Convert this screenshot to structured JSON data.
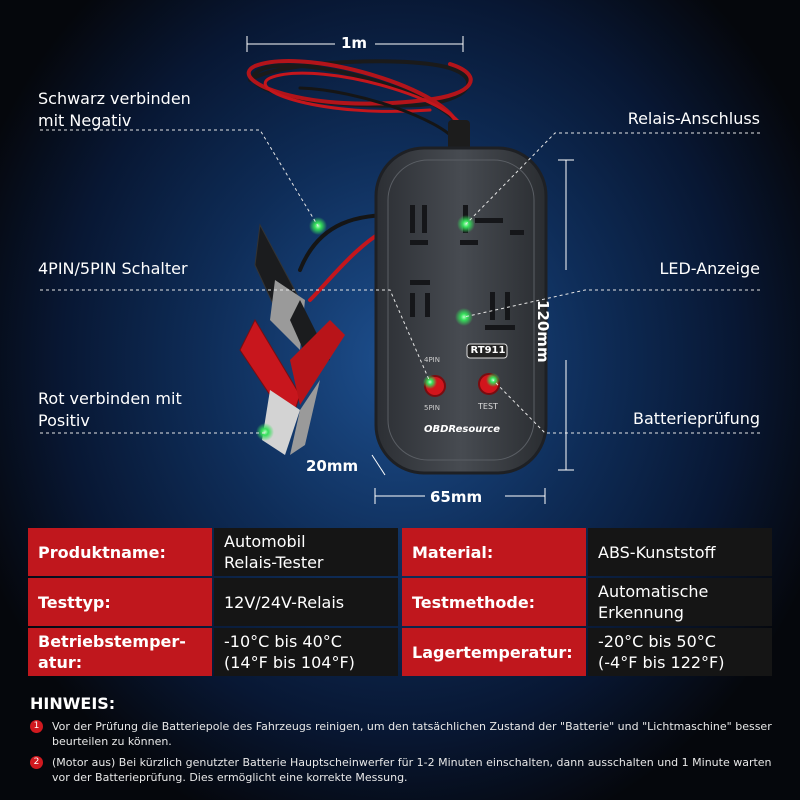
{
  "callouts": {
    "black_negative": "Schwarz verbinden\nmit Negativ",
    "switch_4pin_5pin": "4PIN/5PIN Schalter",
    "red_positive": "Rot verbinden mit\nPositiv",
    "relay_socket": "Relais-Anschluss",
    "led_display": "LED-Anzeige",
    "battery_test": "Batterieprüfung"
  },
  "dimensions": {
    "cable_length": "1m",
    "height": "120mm",
    "thickness": "20mm",
    "width": "65mm"
  },
  "device": {
    "model": "RT911",
    "brand": "OBDResource",
    "switch_top": "4PIN",
    "switch_bottom": "5PIN",
    "test_label": "TEST"
  },
  "specs": [
    {
      "label": "Produktname:",
      "value": "Automobil\nRelais-Tester"
    },
    {
      "label": "Material:",
      "value": "ABS-Kunststoff"
    },
    {
      "label": "Testtyp:",
      "value": "12V/24V-Relais"
    },
    {
      "label": "Testmethode:",
      "value": "Automatische\nErkennung"
    },
    {
      "label": "Betriebstemper-\natur:",
      "value": "-10°C bis 40°C\n(14°F bis 104°F)"
    },
    {
      "label": "Lagertemperatur:",
      "value": "-20°C bis 50°C\n(-4°F bis 122°F)"
    }
  ],
  "notes": {
    "title": "HINWEIS:",
    "items": [
      {
        "number": "1",
        "text": "Vor der Prüfung die Batteriepole des Fahrzeugs reinigen, um den tatsächlichen Zustand der \"Batterie\" und \"Lichtmaschine\" besser beurteilen zu können."
      },
      {
        "number": "2",
        "text": "(Motor aus) Bei kürzlich genutzter Batterie Hauptscheinwerfer für 1-2 Minuten einschalten, dann ausschalten und 1 Minute warten vor der Batterieprüfung. Dies ermöglicht eine korrekte Messung."
      }
    ]
  },
  "colors": {
    "accent_red": "#c0171d",
    "led_green": "#35e05a",
    "device_body": "#3a3d42"
  }
}
